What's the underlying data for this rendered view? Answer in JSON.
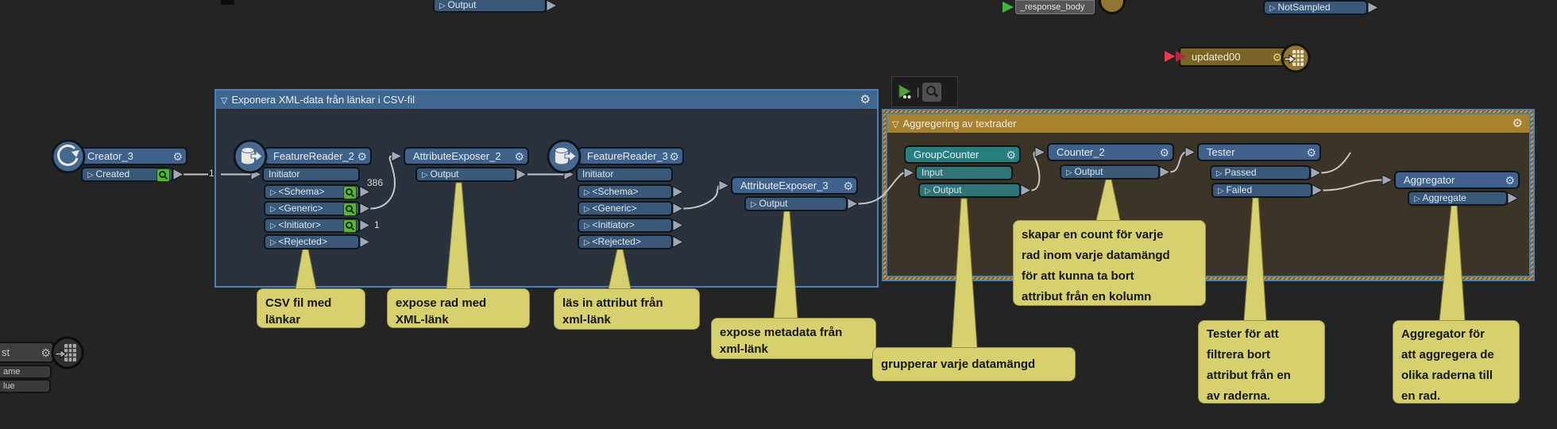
{
  "bookmarks": {
    "expose_xml": {
      "title": "Exponera XML-data från länkar i CSV-fil"
    },
    "aggregering": {
      "title": "Aggregering av textrader"
    }
  },
  "nodes": {
    "creator_3": {
      "title": "Creator_3",
      "out_created": "Created"
    },
    "featurereader_2": {
      "title": "FeatureReader_2",
      "in_initiator": "Initiator",
      "out_schema": "<Schema>",
      "out_generic": "<Generic>",
      "out_initiator": "<Initiator>",
      "out_rejected": "<Rejected>"
    },
    "attributeexposer_2": {
      "title": "AttributeExposer_2",
      "out_output": "Output"
    },
    "featurereader_3": {
      "title": "FeatureReader_3",
      "in_initiator": "Initiator",
      "out_schema": "<Schema>",
      "out_generic": "<Generic>",
      "out_initiator": "<Initiator>",
      "out_rejected": "<Rejected>"
    },
    "attributeexposer_3": {
      "title": "AttributeExposer_3",
      "out_output": "Output"
    },
    "groupcounter": {
      "title": "GroupCounter",
      "in_input": "Input",
      "out_output": "Output"
    },
    "counter_2": {
      "title": "Counter_2",
      "out_output": "Output"
    },
    "tester": {
      "title": "Tester",
      "out_passed": "Passed",
      "out_failed": "Failed"
    },
    "aggregator": {
      "title": "Aggregator",
      "out_aggregate": "Aggregate"
    },
    "updated00": {
      "title": "updated00"
    },
    "top_output_port": "Output",
    "notsampled_port": "NotSampled",
    "response_body_label": "_response_body",
    "partial_writer": {
      "title_fragment": "st",
      "attr_fragment_1": "ame",
      "attr_fragment_2": "lue"
    }
  },
  "counts": {
    "created": "1",
    "generic": "386",
    "initiator": "1"
  },
  "annotations": {
    "csv": [
      "CSV fil med",
      "länkar"
    ],
    "expose_rad": [
      "expose rad med",
      "XML-länk"
    ],
    "las_in": [
      "läs in attribut från",
      "xml-länk"
    ],
    "expose_meta": [
      "expose metadata från",
      "xml-länk"
    ],
    "grupperar": [
      "grupperar varje datamängd"
    ],
    "skapar": [
      "skapar en count för varje",
      "rad inom varje datamängd",
      "för att kunna ta bort",
      "attribut från en kolumn"
    ],
    "tester": [
      "Tester för att",
      "filtrera bort",
      "attribut från en",
      "av raderna."
    ],
    "aggregator": [
      "Aggregator för",
      "att aggregera de",
      "olika raderna till",
      "en rad."
    ]
  },
  "colors": {
    "background": "#242424",
    "node_header": "#40618c",
    "node_port": "#3a5878",
    "teal_header": "#27807e",
    "bookmark_blue": "#4a7fba",
    "bookmark_orange_title": "#a8812f",
    "annotation_yellow": "#d6d06e",
    "badge_green": "#58b439",
    "wire_gray": "#c6c6c6",
    "writer_gold": "#8f7733",
    "run_green": "#4fa33f",
    "flag_red": "#e93a52"
  }
}
